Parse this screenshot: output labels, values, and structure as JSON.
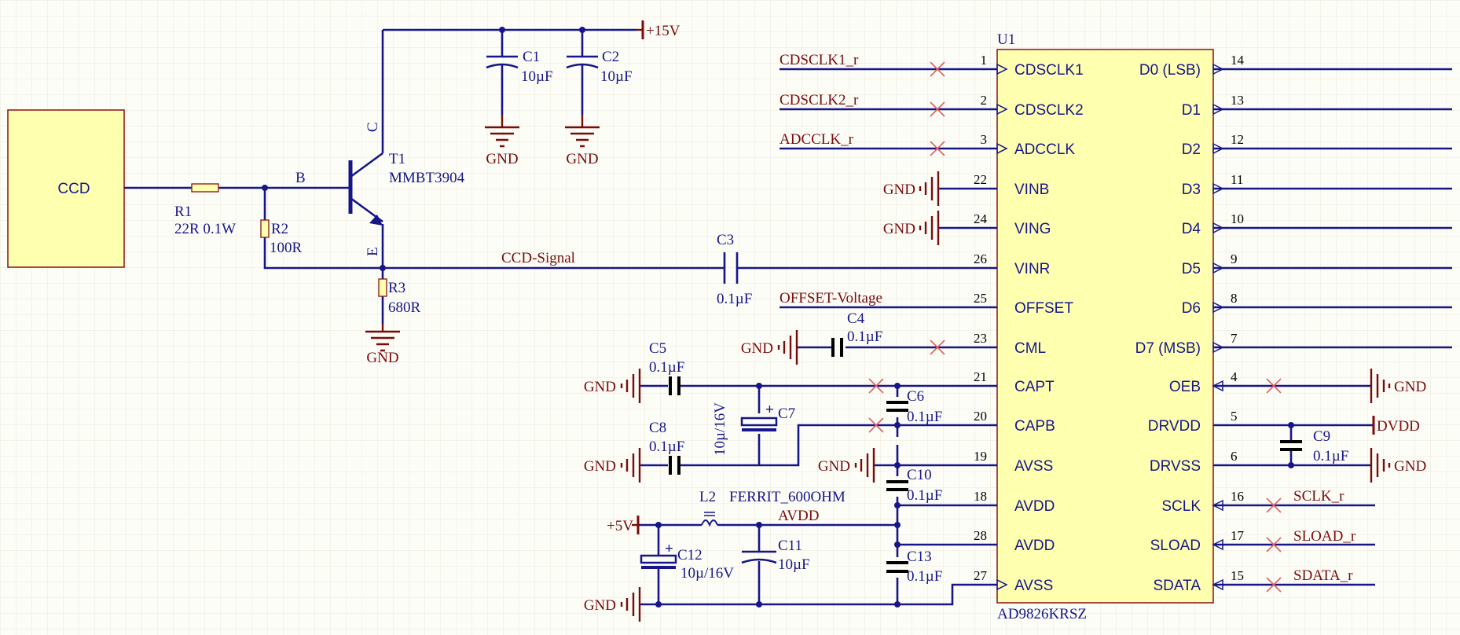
{
  "ccd_block": {
    "label": "CCD"
  },
  "supply": {
    "v15": "+15V",
    "v5": "+5V",
    "dvdd": "DVDD",
    "gnd": "GND"
  },
  "components": {
    "R1": {
      "ref": "R1",
      "value": "22R 0.1W"
    },
    "R2": {
      "ref": "R2",
      "value": "100R"
    },
    "R3": {
      "ref": "R3",
      "value": "680R"
    },
    "T1": {
      "ref": "T1",
      "value": "MMBT3904",
      "pin_b": "B",
      "pin_c": "C",
      "pin_e": "E"
    },
    "C1": {
      "ref": "C1",
      "value": "10µF"
    },
    "C2": {
      "ref": "C2",
      "value": "10µF"
    },
    "C3": {
      "ref": "C3",
      "value": "0.1µF"
    },
    "C4": {
      "ref": "C4",
      "value": "0.1µF"
    },
    "C5": {
      "ref": "C5",
      "value": "0.1µF"
    },
    "C6": {
      "ref": "C6",
      "value": "0.1µF"
    },
    "C7": {
      "ref": "C7",
      "value": "10µ/16V"
    },
    "C8": {
      "ref": "C8",
      "value": "0.1µF"
    },
    "C9": {
      "ref": "C9",
      "value": "0.1µF"
    },
    "C10": {
      "ref": "C10",
      "value": "0.1µF"
    },
    "C11": {
      "ref": "C11",
      "value": "10µF"
    },
    "C12": {
      "ref": "C12",
      "value": "10µ/16V"
    },
    "C13": {
      "ref": "C13",
      "value": "0.1µF"
    },
    "L2": {
      "ref": "L2",
      "value": "FERRIT_600OHM"
    }
  },
  "nets": {
    "ccd_signal": "CCD-Signal",
    "offset": "OFFSET-Voltage",
    "avdd": "AVDD",
    "cdsclk1": "CDSCLK1_r",
    "cdsclk2": "CDSCLK2_r",
    "adcclk": "ADCCLK_r",
    "sclk": "SCLK_r",
    "sload": "SLOAD_r",
    "sdata": "SDATA_r"
  },
  "ic": {
    "ref": "U1",
    "part": "AD9826KRSZ",
    "left_pins": [
      {
        "num": "1",
        "name": "CDSCLK1"
      },
      {
        "num": "2",
        "name": "CDSCLK2"
      },
      {
        "num": "3",
        "name": "ADCCLK"
      },
      {
        "num": "22",
        "name": "VINB"
      },
      {
        "num": "24",
        "name": "VING"
      },
      {
        "num": "26",
        "name": "VINR"
      },
      {
        "num": "25",
        "name": "OFFSET"
      },
      {
        "num": "23",
        "name": "CML"
      },
      {
        "num": "21",
        "name": "CAPT"
      },
      {
        "num": "20",
        "name": "CAPB"
      },
      {
        "num": "19",
        "name": "AVSS"
      },
      {
        "num": "18",
        "name": "AVDD"
      },
      {
        "num": "28",
        "name": "AVDD"
      },
      {
        "num": "27",
        "name": "AVSS"
      }
    ],
    "right_pins": [
      {
        "num": "14",
        "name": "D0 (LSB)"
      },
      {
        "num": "13",
        "name": "D1"
      },
      {
        "num": "12",
        "name": "D2"
      },
      {
        "num": "11",
        "name": "D3"
      },
      {
        "num": "10",
        "name": "D4"
      },
      {
        "num": "9",
        "name": "D5"
      },
      {
        "num": "8",
        "name": "D6"
      },
      {
        "num": "7",
        "name": "D7 (MSB)"
      },
      {
        "num": "4",
        "name": "OEB"
      },
      {
        "num": "5",
        "name": "DRVDD"
      },
      {
        "num": "6",
        "name": "DRVSS"
      },
      {
        "num": "16",
        "name": "SCLK"
      },
      {
        "num": "17",
        "name": "SLOAD"
      },
      {
        "num": "15",
        "name": "SDATA"
      }
    ]
  },
  "colors": {
    "wire": "#16168a",
    "power": "#7a0b0b",
    "ic_fill": "#ffffb0",
    "ic_border": "#8a1010",
    "noconnect": "#e06060",
    "background": "#fdfdf7"
  }
}
